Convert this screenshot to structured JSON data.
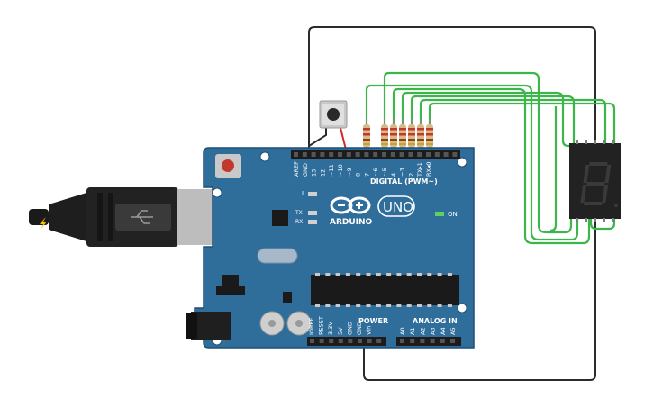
{
  "board": {
    "brand": "ARDUINO",
    "model": "UNO",
    "digital_label": "DIGITAL (PWM~)",
    "power_label": "POWER",
    "analog_label": "ANALOG IN",
    "on_label": "ON",
    "led_l": "L",
    "led_tx": "TX",
    "led_rx": "RX",
    "digital_pins": [
      "AREF",
      "GND",
      "13",
      "12",
      "~11",
      "~10",
      "~9",
      "8",
      "7",
      "~6",
      "~5",
      "4",
      "~3",
      "2",
      "TX▸1",
      "RX◂0"
    ],
    "power_pins": [
      "IOREF",
      "RESET",
      "3.3V",
      "5V",
      "GND",
      "GND",
      "Vin"
    ],
    "analog_pins": [
      "A0",
      "A1",
      "A2",
      "A3",
      "A4",
      "A5"
    ]
  },
  "display": {
    "digit": "8"
  },
  "colors": {
    "board": "#2f6d9b",
    "board_edge": "#1f4f74",
    "wire_black": "#2b2b2b",
    "wire_green": "#3cb54a",
    "wire_red": "#d62828",
    "usb_plug": "#1a1a1a",
    "display_body": "#222222",
    "display_segment": "#3a3a3a"
  }
}
